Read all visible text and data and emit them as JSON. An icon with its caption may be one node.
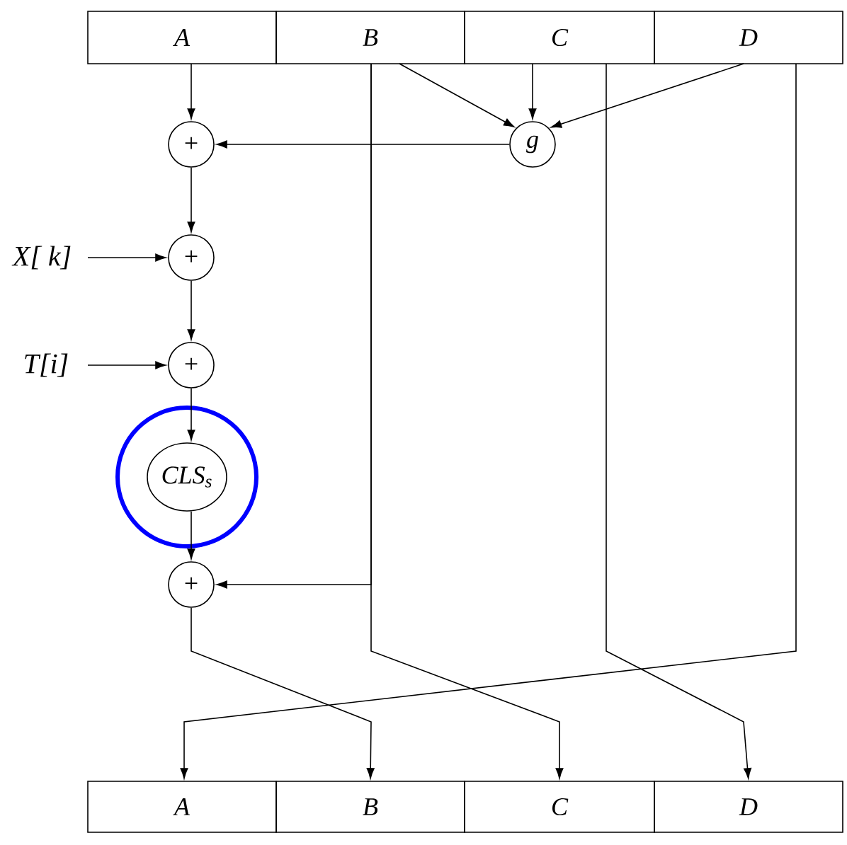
{
  "diagram": {
    "nodes": [
      {
        "text": [
          "A"
        ]
      },
      {
        "text": [
          "B"
        ]
      },
      {
        "text": [
          "C"
        ]
      },
      {
        "text": [
          "D"
        ]
      },
      {
        "text": [
          "+"
        ]
      },
      {
        "text": [
          "g"
        ]
      },
      {
        "text": [
          "+"
        ]
      },
      {
        "text": [
          "X[ k]"
        ]
      },
      {
        "text": [
          "+"
        ]
      },
      {
        "text": [
          "T[i]"
        ]
      },
      {
        "text": [
          "CLS$_{s}$"
        ]
      },
      {
        "text": [
          "+"
        ]
      },
      {
        "text": [
          "A"
        ]
      },
      {
        "text": [
          "B"
        ]
      },
      {
        "text": [
          "C"
        ]
      },
      {
        "text": [
          "D"
        ]
      }
    ],
    "edges": [
      {
        "from": 0,
        "to": 4,
        "arrow": "to"
      },
      {
        "from": 1,
        "to": 5,
        "arrow": "to"
      },
      {
        "from": 2,
        "to": 5,
        "arrow": "to"
      },
      {
        "from": 3,
        "to": 5,
        "arrow": "to"
      },
      {
        "from": 5,
        "to": 4,
        "arrow": "to"
      },
      {
        "from": 4,
        "to": 6,
        "arrow": "to"
      },
      {
        "from": 7,
        "to": 6,
        "arrow": "to"
      },
      {
        "from": 6,
        "to": 8,
        "arrow": "to"
      },
      {
        "from": 9,
        "to": 8,
        "arrow": "to"
      },
      {
        "from": 8,
        "to": 10,
        "arrow": "to"
      },
      {
        "from": 10,
        "to": 11,
        "arrow": "to"
      },
      {
        "from": 1,
        "to": 11,
        "arrow": "to"
      },
      {
        "from": 11,
        "to": 13,
        "arrow": "to"
      },
      {
        "from": 1,
        "to": 14,
        "arrow": "to"
      },
      {
        "from": 2,
        "to": 15,
        "arrow": "to"
      },
      {
        "from": 3,
        "to": 12,
        "arrow": "to"
      }
    ]
  }
}
